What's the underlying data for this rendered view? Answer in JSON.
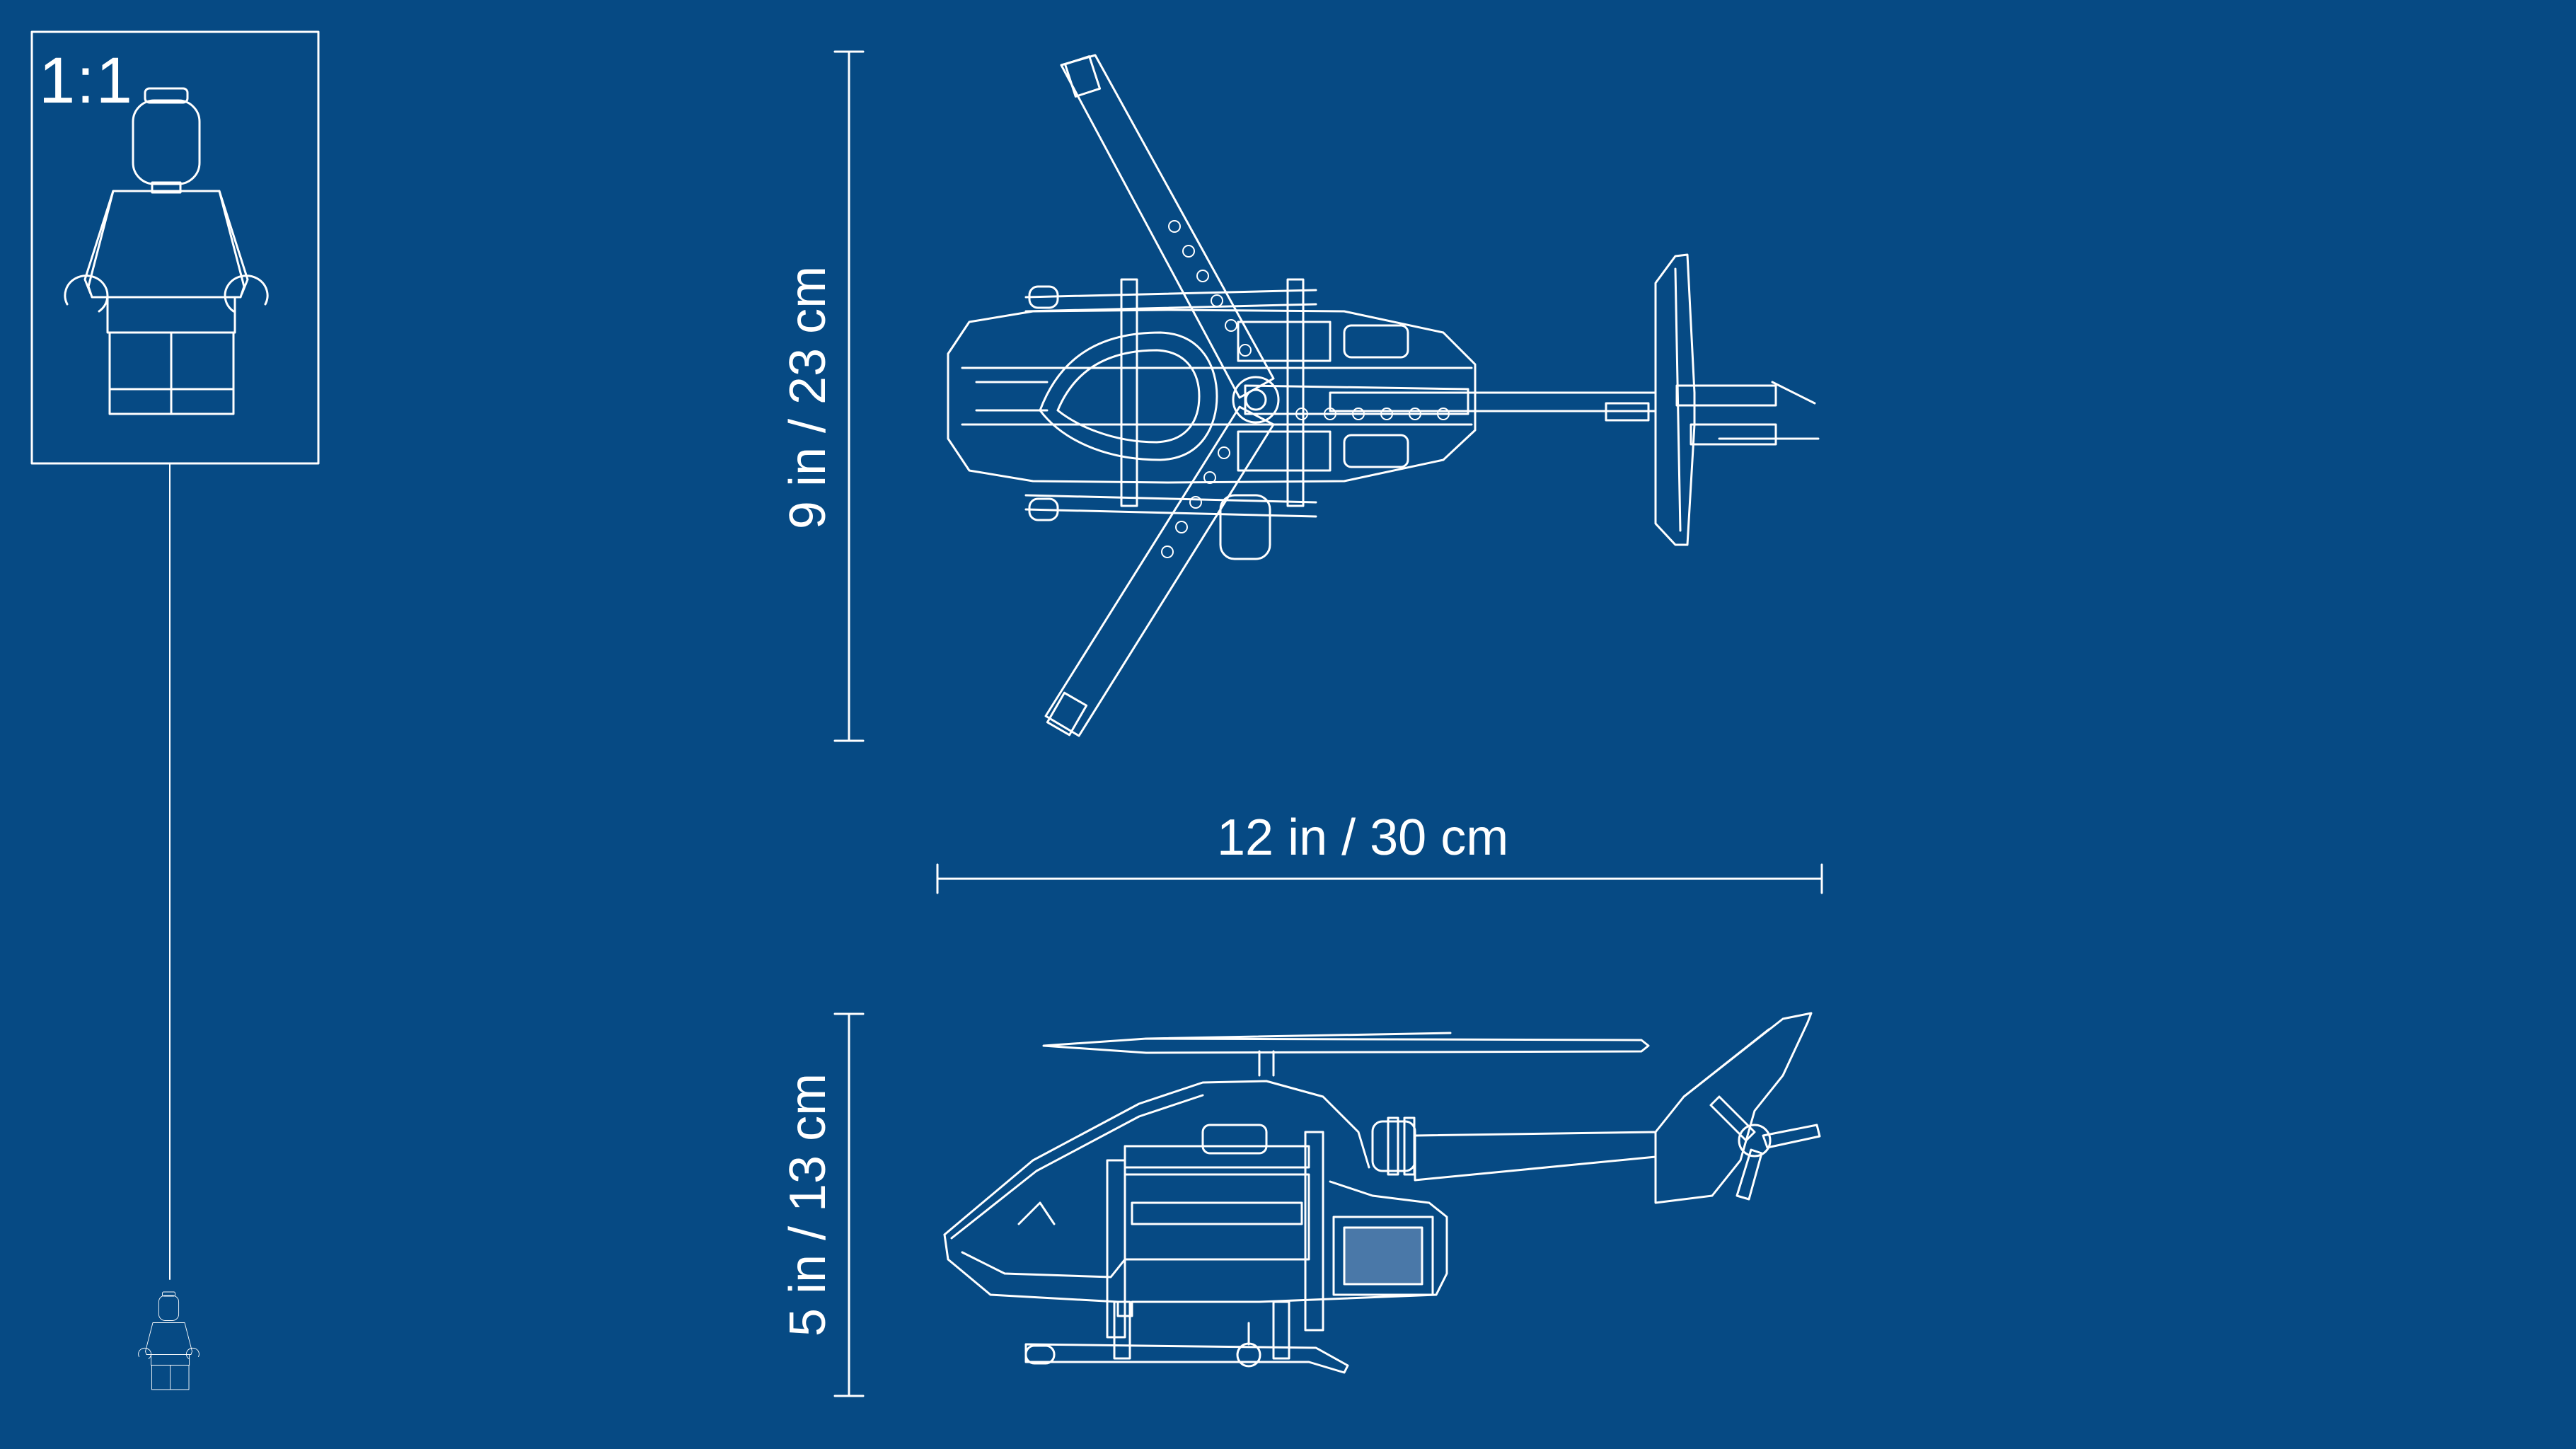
{
  "scale": {
    "label": "1:1"
  },
  "dimensions": {
    "top_view_height": "9 in / 23 cm",
    "width": "12 in / 30 cm",
    "side_view_height": "5 in / 13 cm"
  },
  "colors": {
    "background": "#064a84",
    "line": "#ffffff"
  }
}
